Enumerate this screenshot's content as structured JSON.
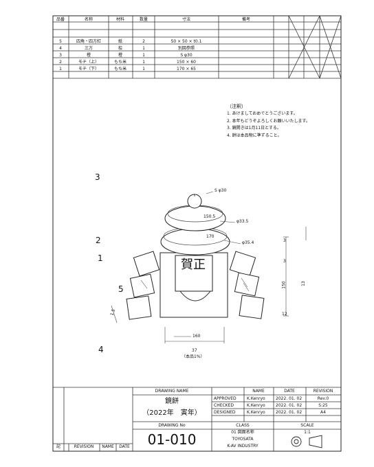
{
  "parts_table": {
    "headers": [
      "品番",
      "名称",
      "材料",
      "数量",
      "寸法",
      "備考"
    ],
    "rows": [
      {
        "no": "",
        "name": "",
        "material": "",
        "qty": "",
        "dims": "",
        "note": "",
        "c1": "",
        "c2": "",
        "c3": "",
        "c4": ""
      },
      {
        "no": "",
        "name": "",
        "material": "",
        "qty": "",
        "dims": "",
        "note": "",
        "c1": "",
        "c2": "",
        "c3": "",
        "c4": ""
      },
      {
        "no": "5",
        "name": "四角・四方紅",
        "material": "紙",
        "qty": "2",
        "dims": "50 × 50 × t0.1",
        "note": "",
        "c1": "",
        "c2": "",
        "c3": "",
        "c4": ""
      },
      {
        "no": "4",
        "name": "三方",
        "material": "桧",
        "qty": "1",
        "dims": "別図参照",
        "note": "",
        "c1": "",
        "c2": "",
        "c3": "",
        "c4": ""
      },
      {
        "no": "3",
        "name": "橙",
        "material": "橙",
        "qty": "1",
        "dims": "S φ30",
        "note": "",
        "c1": "",
        "c2": "",
        "c3": "",
        "c4": ""
      },
      {
        "no": "2",
        "name": "モチ（上）",
        "material": "もち米",
        "qty": "1",
        "dims": "150 × 60",
        "note": "",
        "c1": "",
        "c2": "",
        "c3": "",
        "c4": ""
      },
      {
        "no": "1",
        "name": "モチ（下）",
        "material": "もち米",
        "qty": "1",
        "dims": "170 × 65",
        "note": "",
        "c1": "",
        "c2": "",
        "c3": "",
        "c4": ""
      }
    ]
  },
  "notes": {
    "title": "（注釈）",
    "lines": [
      "1. あけましておめでとうございます。",
      "2. 本年もどうぞよろしくお願いいたします。",
      "3. 鏡開きは1月11日とする。",
      "4. 餅は本品物に準ずること。"
    ]
  },
  "drawing": {
    "balloons": [
      "3",
      "2",
      "1",
      "5",
      "4"
    ],
    "card_text": "賀正",
    "dims": {
      "orange": "S φ30",
      "upper": "150.5",
      "lower": "170",
      "side_upper": "φ33.5",
      "side_lower": "φ35.4",
      "base": "160",
      "bottom": "37",
      "scale_note": "（本品1%）",
      "height": "150",
      "tick1": "3",
      "tick2": "3",
      "tick3": "12",
      "left_small": "1.5",
      "right_note": "13"
    }
  },
  "title_block": {
    "drawing_name_header": "DRAWING NAME",
    "title_line1": "鏡餅",
    "title_line2": "（2022年　寅年）",
    "drawing_no_header": "DRAWING No",
    "drawing_no": "01-010",
    "col_name": "NAME",
    "col_date": "DATE",
    "col_revision": "REVISION",
    "approved_label": "APPROVED",
    "checked_label": "CHECKED",
    "designed_label": "DESIGNED",
    "approved_name": "K.Kenryo",
    "checked_name": "K.Kenryo",
    "designed_name": "K.Kenryo",
    "approved_date": "2022. 01. 02",
    "checked_date": "2022. 01. 02",
    "designed_date": "2022. 01. 02",
    "rev_value": "Rev.0",
    "size_value": "S:25",
    "format_value": "A4",
    "class_header": "CLASS",
    "scale_header": "SCALE",
    "class_line1": "01 図面名称",
    "class_line2": "TOYOSATA",
    "class_line3": "K-AV INDUSTRY",
    "scale_value": "1:1",
    "rev_table_headers": [
      "記",
      "REVISION",
      "NAME",
      "DATE"
    ]
  }
}
